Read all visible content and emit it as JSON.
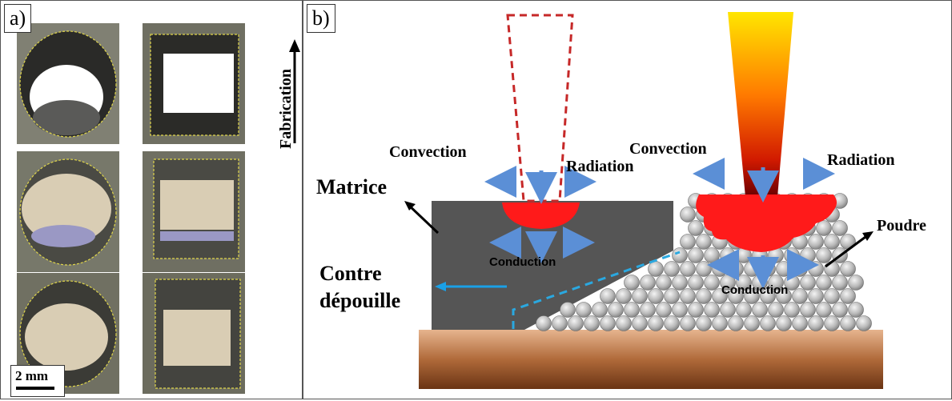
{
  "panel_a": {
    "tag": "a)",
    "scale_label": "2 mm",
    "direction_label": "Fabrication"
  },
  "panel_b": {
    "tag": "b)",
    "labels": {
      "matrice": "Matrice",
      "contre": "Contre",
      "depouille": "dépouille",
      "convection_left": "Convection",
      "radiation_left": "Radiation",
      "conduction_left": "Conduction",
      "convection_right": "Convection",
      "radiation_right": "Radiation",
      "conduction_right": "Conduction",
      "poudre": "Poudre"
    }
  },
  "colors": {
    "melt_pool": "#ff1a1a",
    "arrow_blue": "#5b8fd6",
    "dashed_blue": "#2aa8e0",
    "dashed_red": "#c62828",
    "matrix_grey": "#555555",
    "substrate": "#b06a3a"
  }
}
